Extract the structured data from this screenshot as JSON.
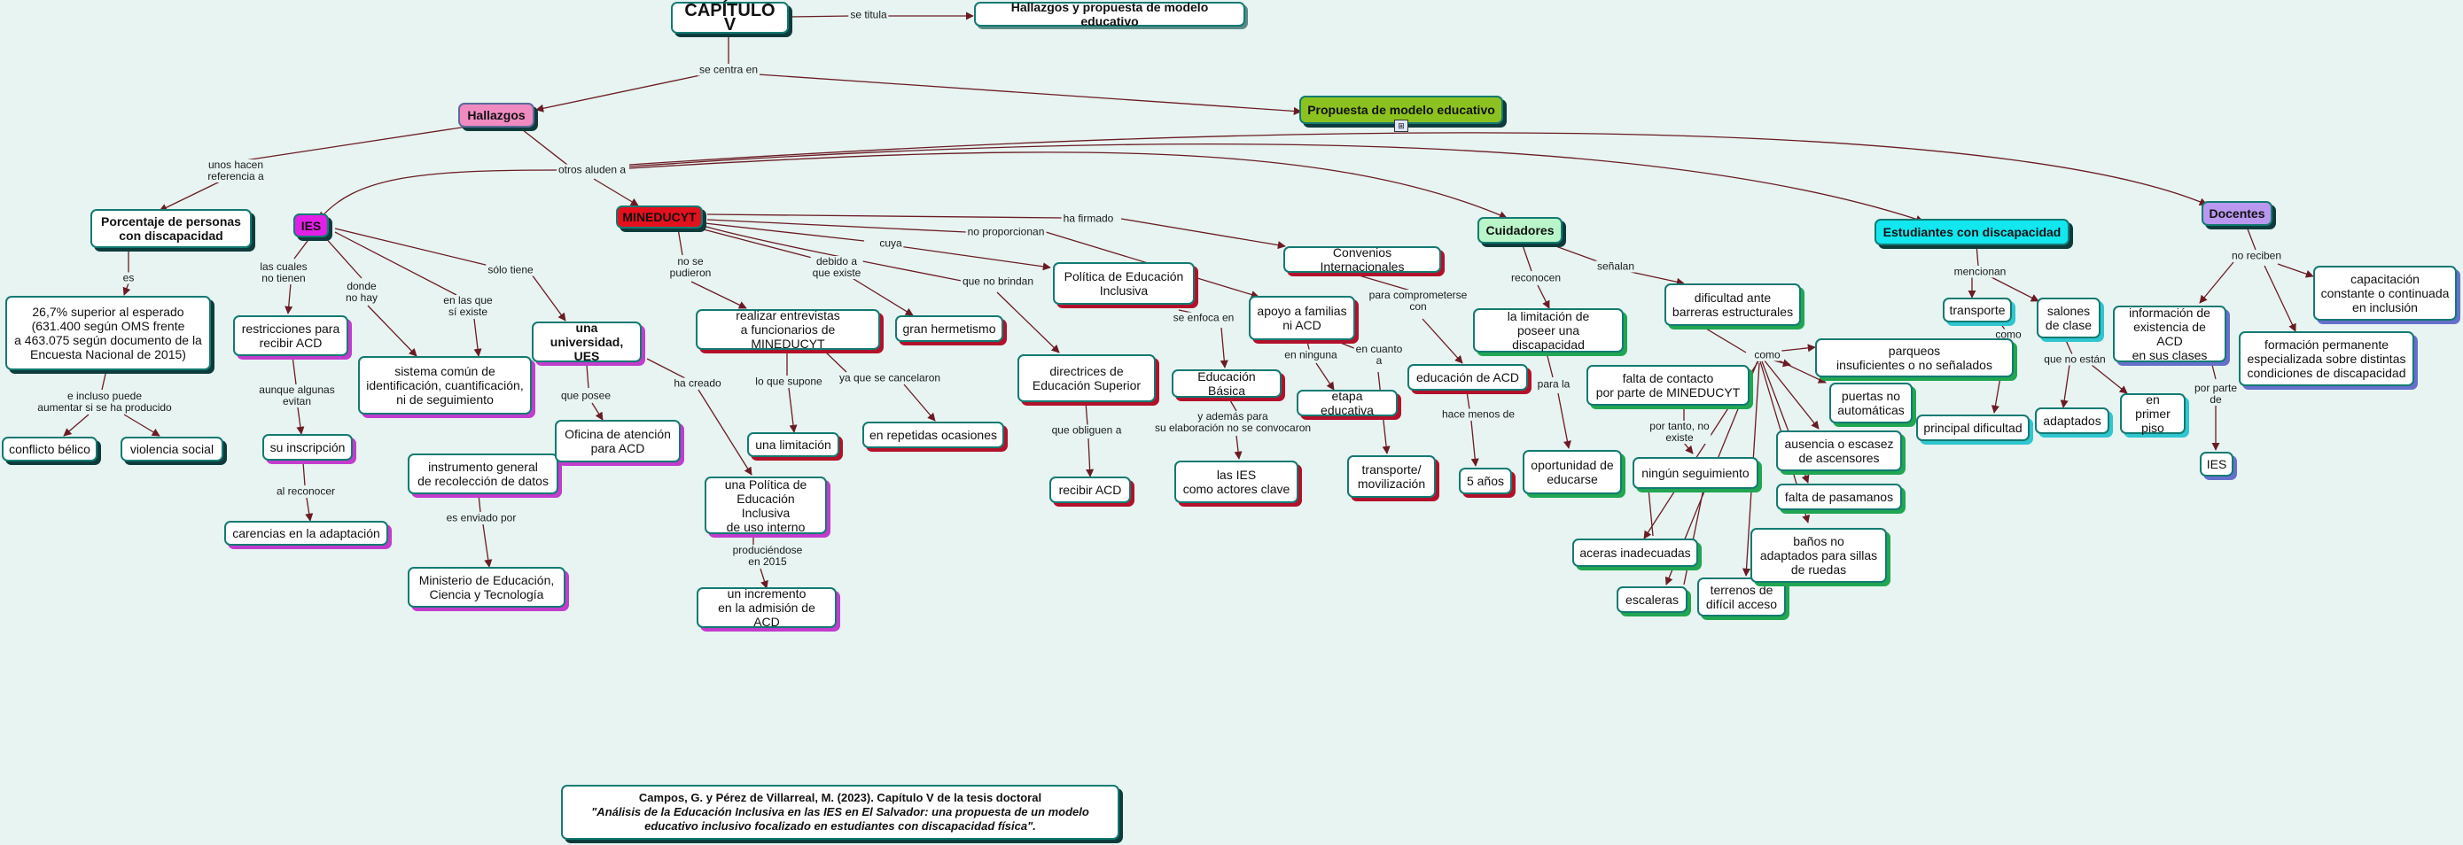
{
  "title": "CAPÍTULO V",
  "colors": {
    "background": "#e7f4f1",
    "node_border": "#137a72",
    "edge": "#6b1b24",
    "hallazgos_fill": "#ef8bc1",
    "propuesta_fill": "#8cc21f",
    "ies_fill": "#e21fe6",
    "mineducyt_fill": "#e3101d",
    "cuidadores_fill": "#b9f5c9",
    "estudiantes_fill": "#12e6ef",
    "docentes_fill": "#ba98ef"
  },
  "nodes": {
    "capitulo": "CAPÍTULO V",
    "hallazgos_propuesta": "Hallazgos y propuesta de modelo educativo",
    "hallazgos": "Hallazgos",
    "propuesta": "Propuesta de modelo educativo",
    "porcentaje": "Porcentaje de personas\ncon discapacidad",
    "porcentaje_valor": "26,7% superior al esperado\n(631.400 según OMS frente\na 463.075 según documento de la\nEncuesta Nacional de 2015)",
    "conflicto": "conflicto bélico",
    "violencia": "violencia social",
    "ies": "IES",
    "restricciones": "restricciones para\nrecibir ACD",
    "su_inscripcion": "su inscripción",
    "carencias": "carencias en la adaptación",
    "sistema_comun": "sistema común de\nidentificación, cuantificación,\nni de seguimiento",
    "instrumento": "instrumento general\nde recolección de datos",
    "ministerio": "Ministerio de Educación,\nCiencia y Tecnología",
    "una_universidad": "una universidad,\nUES",
    "oficina": "Oficina de atención\npara ACD",
    "politica_interno": "una Política de\nEducación Inclusiva\nde uso interno",
    "incremento": "un incremento\nen la admisión de ACD",
    "mineducyt": "MINEDUCYT",
    "realizar_entrevistas": "realizar entrevistas\na funcionarios de MINEDUCYT",
    "una_limitacion": "una limitación",
    "repetidas": "en repetidas ocasiones",
    "gran_hermetismo": "gran hermetismo",
    "politica_inclusiva": "Política de Educación\nInclusiva",
    "directrices": "directrices de\nEducación Superior",
    "recibir_acd": "recibir ACD",
    "educacion_basica": "Educación Básica",
    "las_ies_actores": "las IES\ncomo actores clave",
    "apoyo_familias": "apoyo a familias\nni ACD",
    "etapa_educativa": "etapa educativa",
    "transporte_mov": "transporte/\nmovilización",
    "convenios": "Convenios Internacionales",
    "educacion_acd": "educación de ACD",
    "cinco_anos": "5 años",
    "cuidadores": "Cuidadores",
    "limitacion_discapacidad": "la limitación de\nposeer una discapacidad",
    "oportunidad": "oportunidad de\neducarse",
    "dificultad_barreras": "dificultad ante\nbarreras estructurales",
    "falta_contacto": "falta de contacto\npor parte de MINEDUCYT",
    "ningun_seguimiento": "ningún seguimiento",
    "aceras": "aceras inadecuadas",
    "escaleras": "escaleras",
    "terrenos": "terrenos de\ndifícil acceso",
    "parqueos": "parqueos\ninsuficientes o no señalados",
    "puertas": "puertas no\nautomáticas",
    "ascensores": "ausencia o escasez\nde ascensores",
    "pasamanos": "falta de pasamanos",
    "banos": "baños no\nadaptados para sillas\nde ruedas",
    "estudiantes": "Estudiantes con discapacidad",
    "transporte": "transporte",
    "salones": "salones\nde clase",
    "principal_dificultad": "principal dificultad",
    "adaptados": "adaptados",
    "primer_piso": "en primer\npiso",
    "docentes": "Docentes",
    "informacion_acd": "información de\nexistencia de ACD\nen sus clases",
    "capacitacion": "capacitación\nconstante o continuada\nen inclusión",
    "formacion": "formación permanente\nespecializada sobre distintas\ncondiciones de discapacidad",
    "ies_docentes": "IES"
  },
  "links": {
    "se_titula": "se titula",
    "se_centra_en": "se centra en",
    "unos_hacen": "unos hacen\nreferencia a",
    "otros_aluden": "otros aluden a",
    "es": "es",
    "e_incluso": "e incluso puede\naumentar si se ha producido",
    "las_cuales": "las cuales\nno tienen",
    "donde_no_hay": "donde\nno hay",
    "en_las_que": "en las que\nsí existe",
    "solo_tiene": "sólo tiene",
    "aunque_algunas": "aunque algunas\nevitan",
    "al_reconocer": "al reconocer",
    "es_enviado": "es enviado por",
    "que_posee": "que posee",
    "ha_creado": "ha creado",
    "produciendose": "produciéndose\nen 2015",
    "no_se_pudieron": "no se\npudieron",
    "lo_que_supone": "lo que supone",
    "ya_que": "ya que se cancelaron",
    "debido_a": "debido a\nque existe",
    "cuya": "cuya",
    "no_proporcionan": "no proporcionan",
    "que_no_brindan": "que no brindan",
    "ha_firmado": "ha firmado",
    "que_obliguen": "que obliguen a",
    "se_enfoca": "se enfoca en",
    "y_ademas": "y además para\nsu elaboración no se convocaron",
    "en_ninguna": "en ninguna",
    "en_cuanto": "en cuanto\na",
    "para_comprometerse": "para comprometerse\ncon",
    "hace_menos": "hace menos de",
    "reconocen": "reconocen",
    "senalan": "señalan",
    "para_la": "para la",
    "como": "como",
    "por_tanto": "por tanto, no\nexiste",
    "mencionan": "mencionan",
    "como2": "como",
    "que_no_estan": "que no están",
    "no_reciben": "no reciben",
    "por_parte_de": "por parte\nde"
  },
  "citation": {
    "line1": "Campos, G. y Pérez de Villarreal, M. (2023). Capítulo V de la tesis doctoral",
    "line2": "\"Análisis de la Educación Inclusiva en las IES en El Salvador: una propuesta de un modelo",
    "line3": "educativo inclusivo focalizado en estudiantes con discapacidad física\"."
  },
  "icons": {
    "submap": "submap-link-icon"
  }
}
